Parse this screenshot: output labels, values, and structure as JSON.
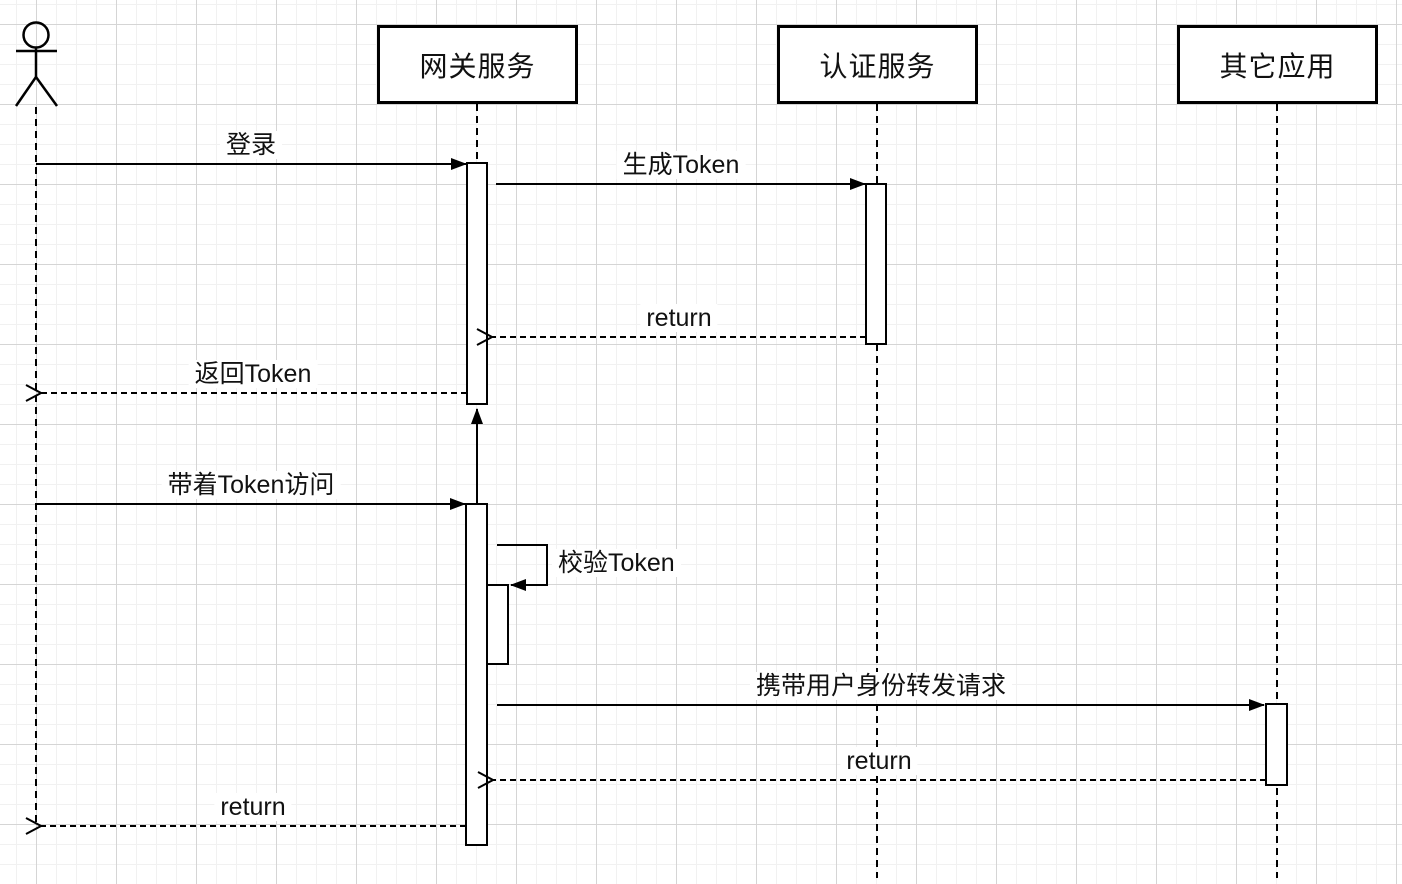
{
  "diagram": {
    "kind": "uml-sequence-diagram",
    "colors": {
      "stroke": "#000000",
      "background": "#ffffff",
      "grid_minor": "#f1f1f1",
      "grid_major": "#d5d5d5",
      "text": "#111111"
    },
    "participants": [
      {
        "id": "user",
        "kind": "actor",
        "label": ""
      },
      {
        "id": "gateway",
        "kind": "object",
        "label": "网关服务"
      },
      {
        "id": "auth",
        "kind": "object",
        "label": "认证服务"
      },
      {
        "id": "other",
        "kind": "object",
        "label": "其它应用"
      }
    ],
    "messages": [
      {
        "label": "登录",
        "from": "user",
        "to": "gateway",
        "line": "solid"
      },
      {
        "label": "生成Token",
        "from": "gateway",
        "to": "auth",
        "line": "solid"
      },
      {
        "label": "return",
        "from": "auth",
        "to": "gateway",
        "line": "dashed"
      },
      {
        "label": "返回Token",
        "from": "gateway",
        "to": "user",
        "line": "dashed"
      },
      {
        "label": "带着Token访问",
        "from": "user",
        "to": "gateway",
        "line": "solid"
      },
      {
        "label": "校验Token",
        "from": "gateway",
        "to": "gateway",
        "line": "self"
      },
      {
        "label": "携带用户身份转发请求",
        "from": "gateway",
        "to": "other",
        "line": "solid"
      },
      {
        "label": "return",
        "from": "other",
        "to": "gateway",
        "line": "dashed"
      },
      {
        "label": "return",
        "from": "gateway",
        "to": "user",
        "line": "dashed"
      }
    ]
  }
}
